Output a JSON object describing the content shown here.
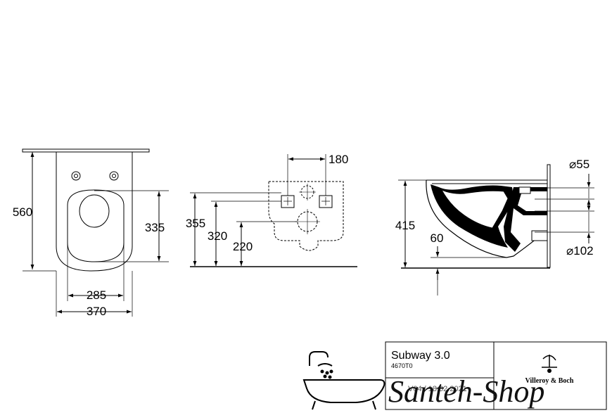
{
  "front_view": {
    "height_total": "560",
    "height_fixing": "335",
    "width_inner": "285",
    "width_total": "370"
  },
  "rear_view": {
    "bolt_spacing": "180",
    "h_upper": "355",
    "h_middle": "320",
    "h_lower": "220"
  },
  "side_view": {
    "height": "415",
    "inlet_diameter": "⌀55",
    "outlet_diameter": "⌀102",
    "floor_gap": "60"
  },
  "title_block": {
    "model": "Subway 3.0",
    "article": "4670T0",
    "revision": "V04 / 18.02.2021",
    "brand": "Villeroy & Boch"
  },
  "watermark": {
    "shop_name": "Santeh-Shop"
  }
}
